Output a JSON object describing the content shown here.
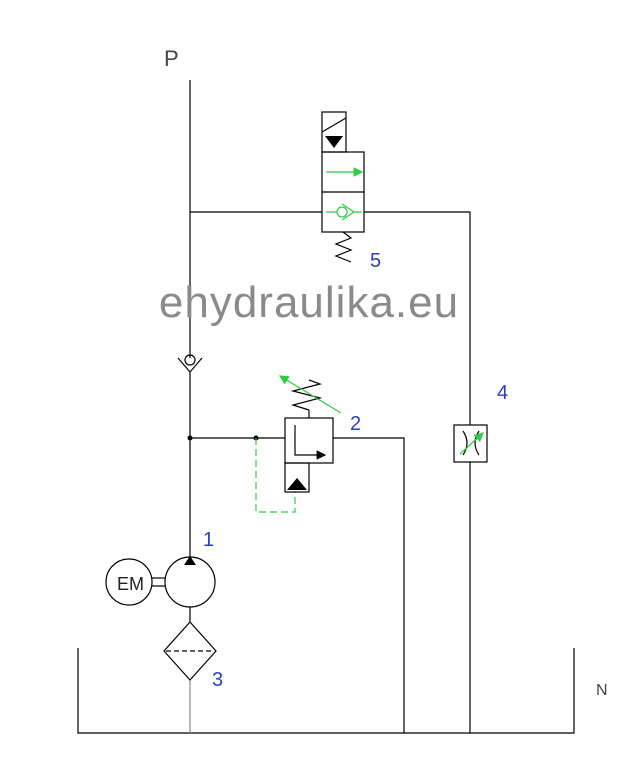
{
  "labels": {
    "port_p": "P",
    "port_n": "N",
    "motor": "EM",
    "pump_no": "1",
    "relief_no": "2",
    "filter_no": "3",
    "throttle_no": "4",
    "valve_no": "5"
  },
  "watermark": "ehydraulika.eu",
  "colors": {
    "line": "#000000",
    "pilot_line": "#2ecc40",
    "number_label": "#2a3fc0",
    "watermark": "#8a8a8a"
  }
}
